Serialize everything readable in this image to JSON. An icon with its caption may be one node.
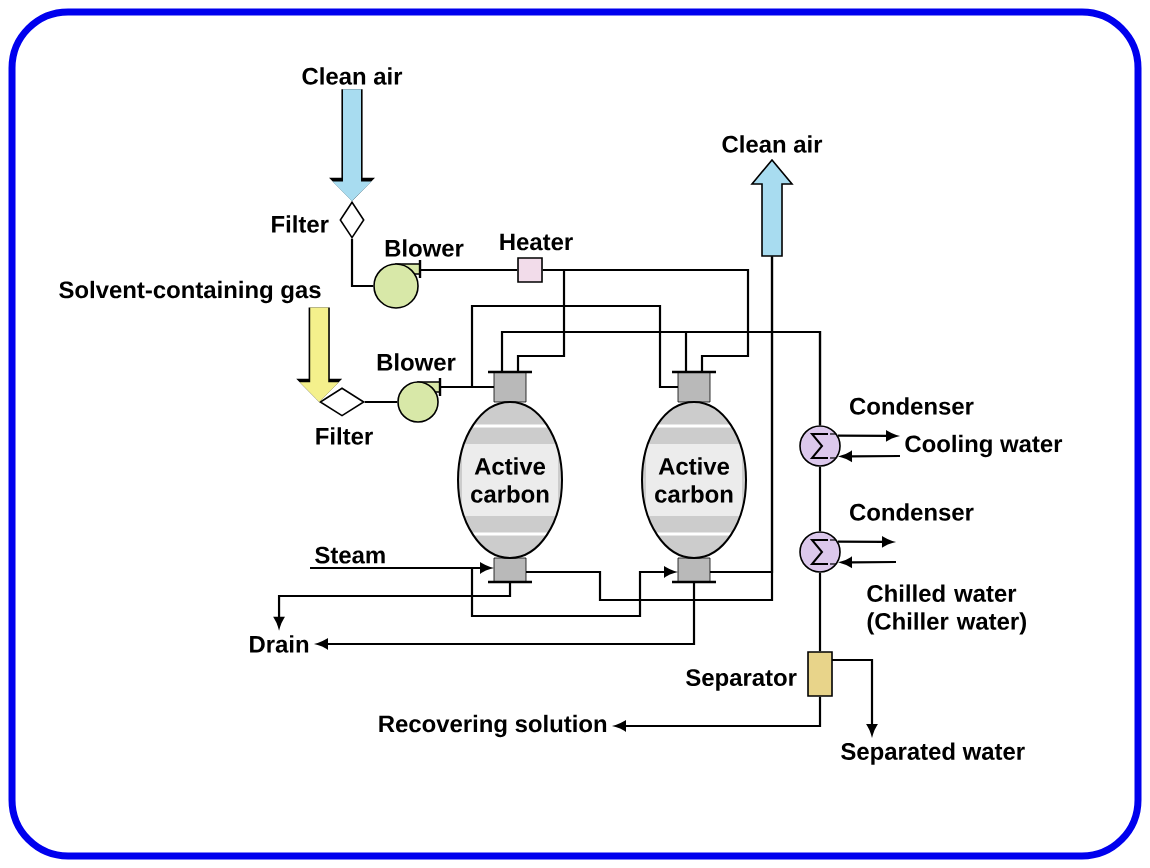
{
  "diagram": {
    "nodes": [
      {
        "text": [
          "Clean air"
        ]
      },
      {
        "text": [],
        "shape": "diamond",
        "beside": [
          "Filter"
        ]
      },
      {
        "text": [],
        "shape": "circle",
        "beside": [
          "Blower"
        ]
      },
      {
        "text": [],
        "shape": "box",
        "beside": [
          "Heater"
        ]
      },
      {
        "text": [
          "Solvent-containing gas"
        ]
      },
      {
        "text": [],
        "shape": "diamond",
        "beside": [
          "Filter"
        ]
      },
      {
        "text": [],
        "shape": "circle",
        "beside": [
          "Blower"
        ]
      },
      {
        "text": [
          "Active carbon"
        ]
      },
      {
        "text": [
          "Active carbon"
        ]
      },
      {
        "text": [],
        "shape": "arrow",
        "beside": [
          "Clean air"
        ]
      },
      {
        "text": [],
        "shape": "circle",
        "beside": [
          "Condenser"
        ]
      },
      {
        "text": [],
        "shape": "circle",
        "beside": [
          "Condenser"
        ]
      },
      {
        "text": [],
        "shape": "box",
        "beside": [
          "Separator"
        ]
      },
      {
        "text": [
          "Separated water"
        ]
      },
      {
        "text": [
          "Steam"
        ]
      },
      {
        "text": [
          "Drain"
        ]
      },
      {
        "text": [
          "Recovering solution"
        ]
      },
      {
        "text": [
          "Cooling water"
        ]
      }
    ],
    "edges": [
      {
        "from": 0,
        "to": 1,
        "arrow": "to",
        "style": "thick",
        "color": "#a8dcf0"
      },
      {
        "from": 1,
        "to": 2,
        "arrow": "none"
      },
      {
        "from": 2,
        "to": 3,
        "arrow": "none"
      },
      {
        "from": 3,
        "to": 7,
        "arrow": "none"
      },
      {
        "from": 3,
        "to": 8,
        "arrow": "none"
      },
      {
        "from": 4,
        "to": 5,
        "arrow": "to",
        "style": "thick",
        "color": "#f4f08c"
      },
      {
        "from": 5,
        "to": 6,
        "arrow": "none"
      },
      {
        "from": 6,
        "to": 7,
        "arrow": "none"
      },
      {
        "from": 6,
        "to": 8,
        "arrow": "none"
      },
      {
        "from": 7,
        "to": 10,
        "arrow": "none"
      },
      {
        "from": 8,
        "to": 10,
        "arrow": "none"
      },
      {
        "from": 7,
        "to": 9,
        "arrow": "none"
      },
      {
        "from": 8,
        "to": 9,
        "arrow": "none"
      },
      {
        "from": 14,
        "to": 7,
        "arrow": "to"
      },
      {
        "from": 14,
        "to": 8,
        "arrow": "to"
      },
      {
        "from": 7,
        "to": 15,
        "arrow": "to"
      },
      {
        "from": 8,
        "to": 15,
        "arrow": "to"
      },
      {
        "from": 10,
        "to": 11,
        "arrow": "none"
      },
      {
        "from": 10,
        "to": 17,
        "arrow": "to"
      },
      {
        "from": 17,
        "to": 10,
        "arrow": "to"
      },
      {
        "from": 11,
        "to": null,
        "arrow": "to"
      },
      {
        "from": null,
        "to": 11,
        "arrow": "to"
      },
      {
        "from": 11,
        "to": 12,
        "arrow": "none"
      },
      {
        "from": 12,
        "to": 16,
        "arrow": "to"
      },
      {
        "from": 12,
        "to": 13,
        "arrow": "to"
      }
    ],
    "labels": [
      "Chilled water (Chiller water)"
    ]
  }
}
